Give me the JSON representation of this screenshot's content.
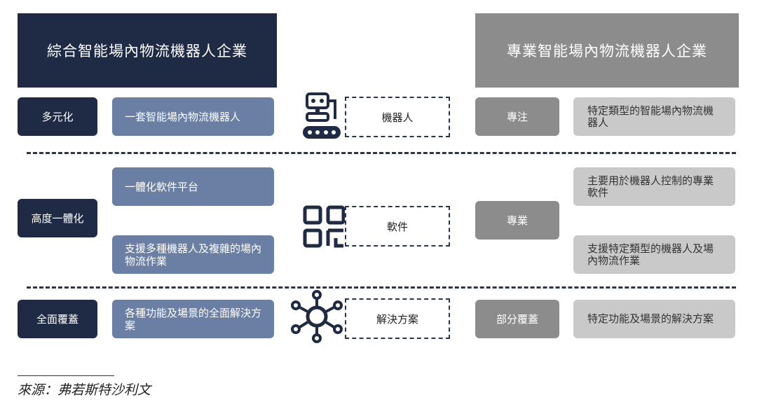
{
  "headers": {
    "left": "綜合智能場內物流機器人企業",
    "right": "專業智能場內物流機器人企業"
  },
  "rows": [
    {
      "left_label": "多元化",
      "left_desc": [
        "一套智能場內物流機器人"
      ],
      "center_label": "機器人",
      "center_icon": "robot-arm-conveyor-icon",
      "right_label": "專注",
      "right_desc": [
        "特定類型的智能場內物流機器人"
      ]
    },
    {
      "left_label": "高度一體化",
      "left_desc": [
        "一體化軟件平台",
        "支援多種機器人及複雜的場內物流作業"
      ],
      "center_label": "軟件",
      "center_icon": "software-grid-icon",
      "right_label": "專業",
      "right_desc": [
        "主要用於機器人控制的專業軟件",
        "支援特定類型的機器人及場內物流作業"
      ]
    },
    {
      "left_label": "全面覆蓋",
      "left_desc": [
        "各種功能及場景的全面解決方案"
      ],
      "center_label": "解決方案",
      "center_icon": "network-hub-icon",
      "right_label": "部分覆蓋",
      "right_desc": [
        "特定功能及場景的解決方案"
      ]
    }
  ],
  "source": "來源：弗若斯特沙利文",
  "colors": {
    "navy": "#1f2a44",
    "steel_blue": "#6a7fa3",
    "dark_gray": "#8c8c8c",
    "light_gray": "#c9c9c9"
  }
}
